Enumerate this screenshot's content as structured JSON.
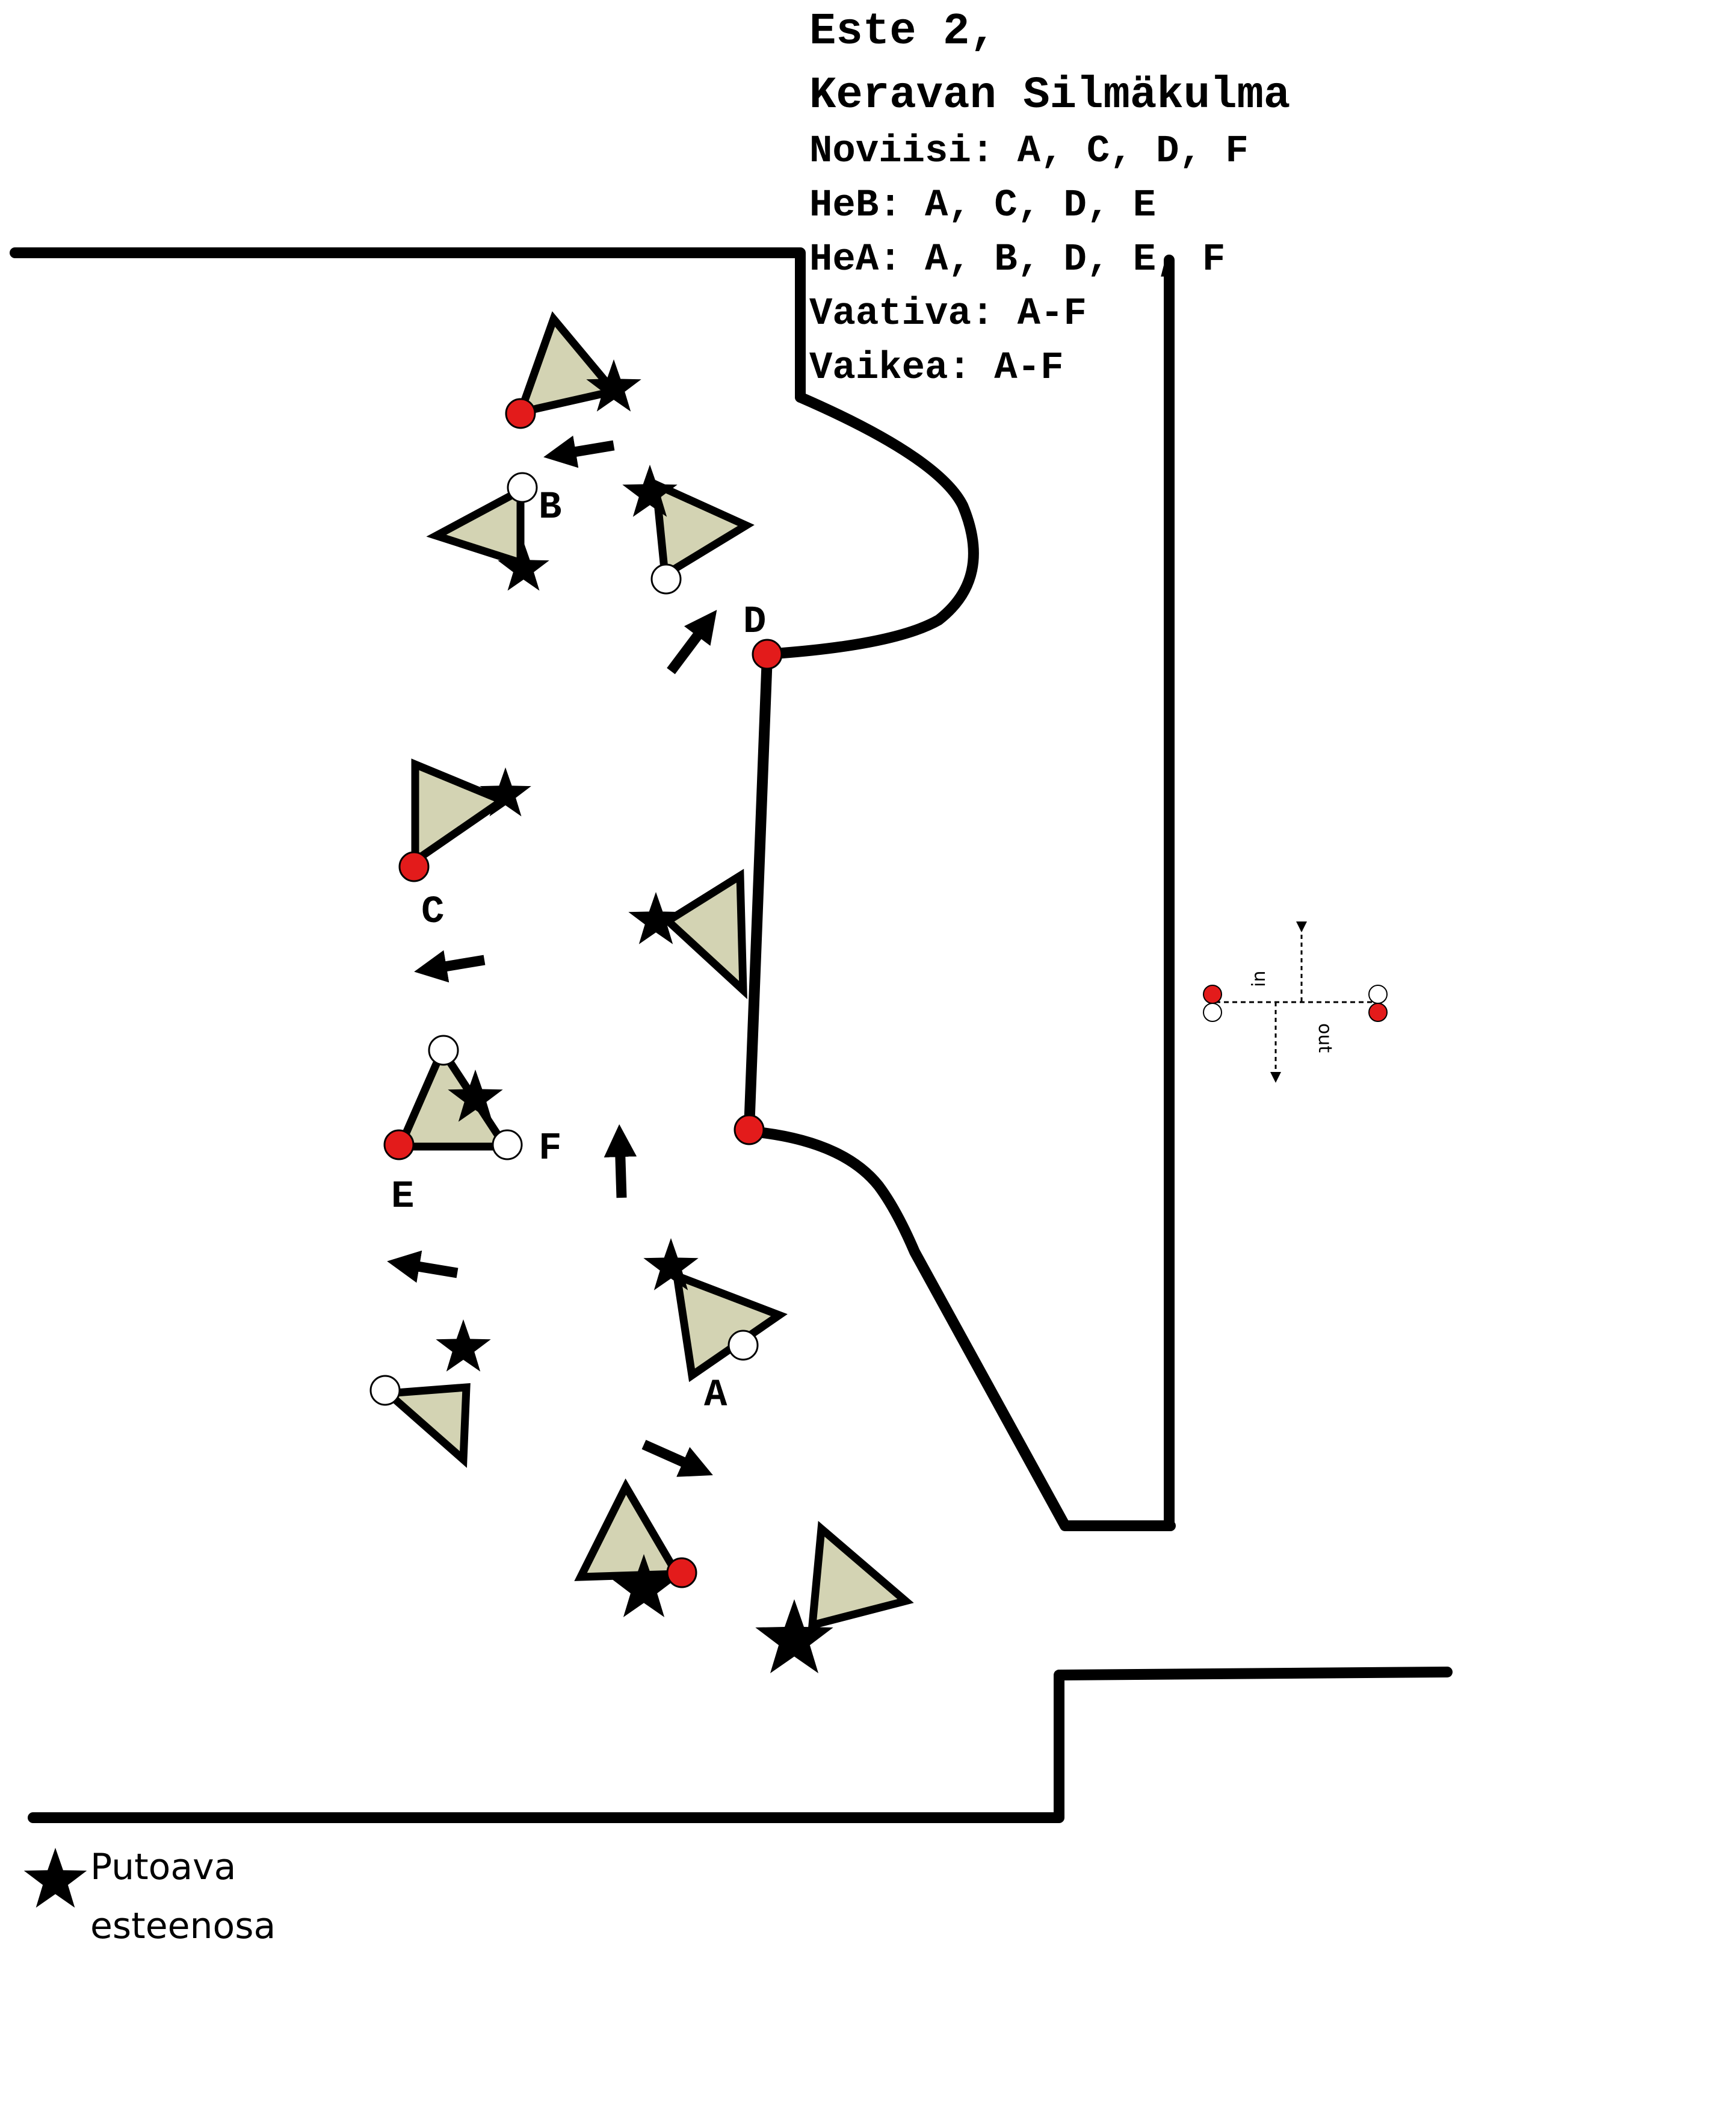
{
  "header": {
    "title_line1": "Este 2,",
    "title_line2": "Keravan Silmäkulma",
    "classes": [
      "Noviisi: A, C, D, F",
      "HeB: A, C, D, E",
      "HeA: A, B, D, E, F",
      "Vaativa: A-F",
      "Vaikea: A-F"
    ]
  },
  "obstacle_labels": {
    "A": "A",
    "B": "B",
    "C": "C",
    "D": "D",
    "E": "E",
    "F": "F"
  },
  "legend": {
    "line1": "Putoava",
    "line2": "esteenosa"
  },
  "key": {
    "in": "in",
    "out": "out"
  },
  "colors": {
    "cone_fill": "#d3d3b3",
    "red_marker": "#e31b1b",
    "ink": "#000000"
  }
}
